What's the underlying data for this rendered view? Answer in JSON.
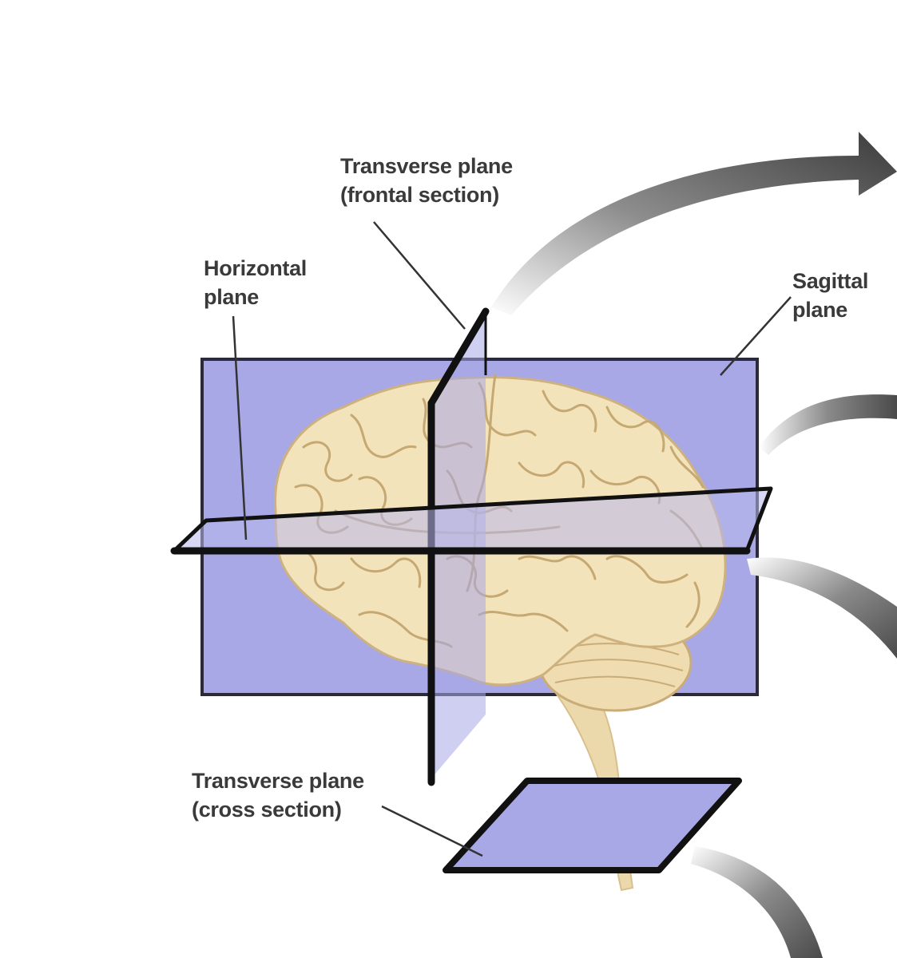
{
  "labels": {
    "transverse_frontal": {
      "line1": "Transverse plane",
      "line2": "(frontal section)"
    },
    "horizontal": {
      "line1": "Horizontal",
      "line2": "plane"
    },
    "sagittal": {
      "line1": "Sagittal",
      "line2": "plane"
    },
    "transverse_cross": {
      "line1": "Transverse plane",
      "line2": "(cross section)"
    }
  },
  "colors": {
    "plane_fill": "#a8a8e6",
    "plane_edge": "#111111",
    "brain_fill": "#f1e0b5",
    "brain_sulci": "#c9ac78",
    "arrow": "#4a4a4a",
    "leader_line": "#333333",
    "label_text": "#3a3a3a"
  }
}
